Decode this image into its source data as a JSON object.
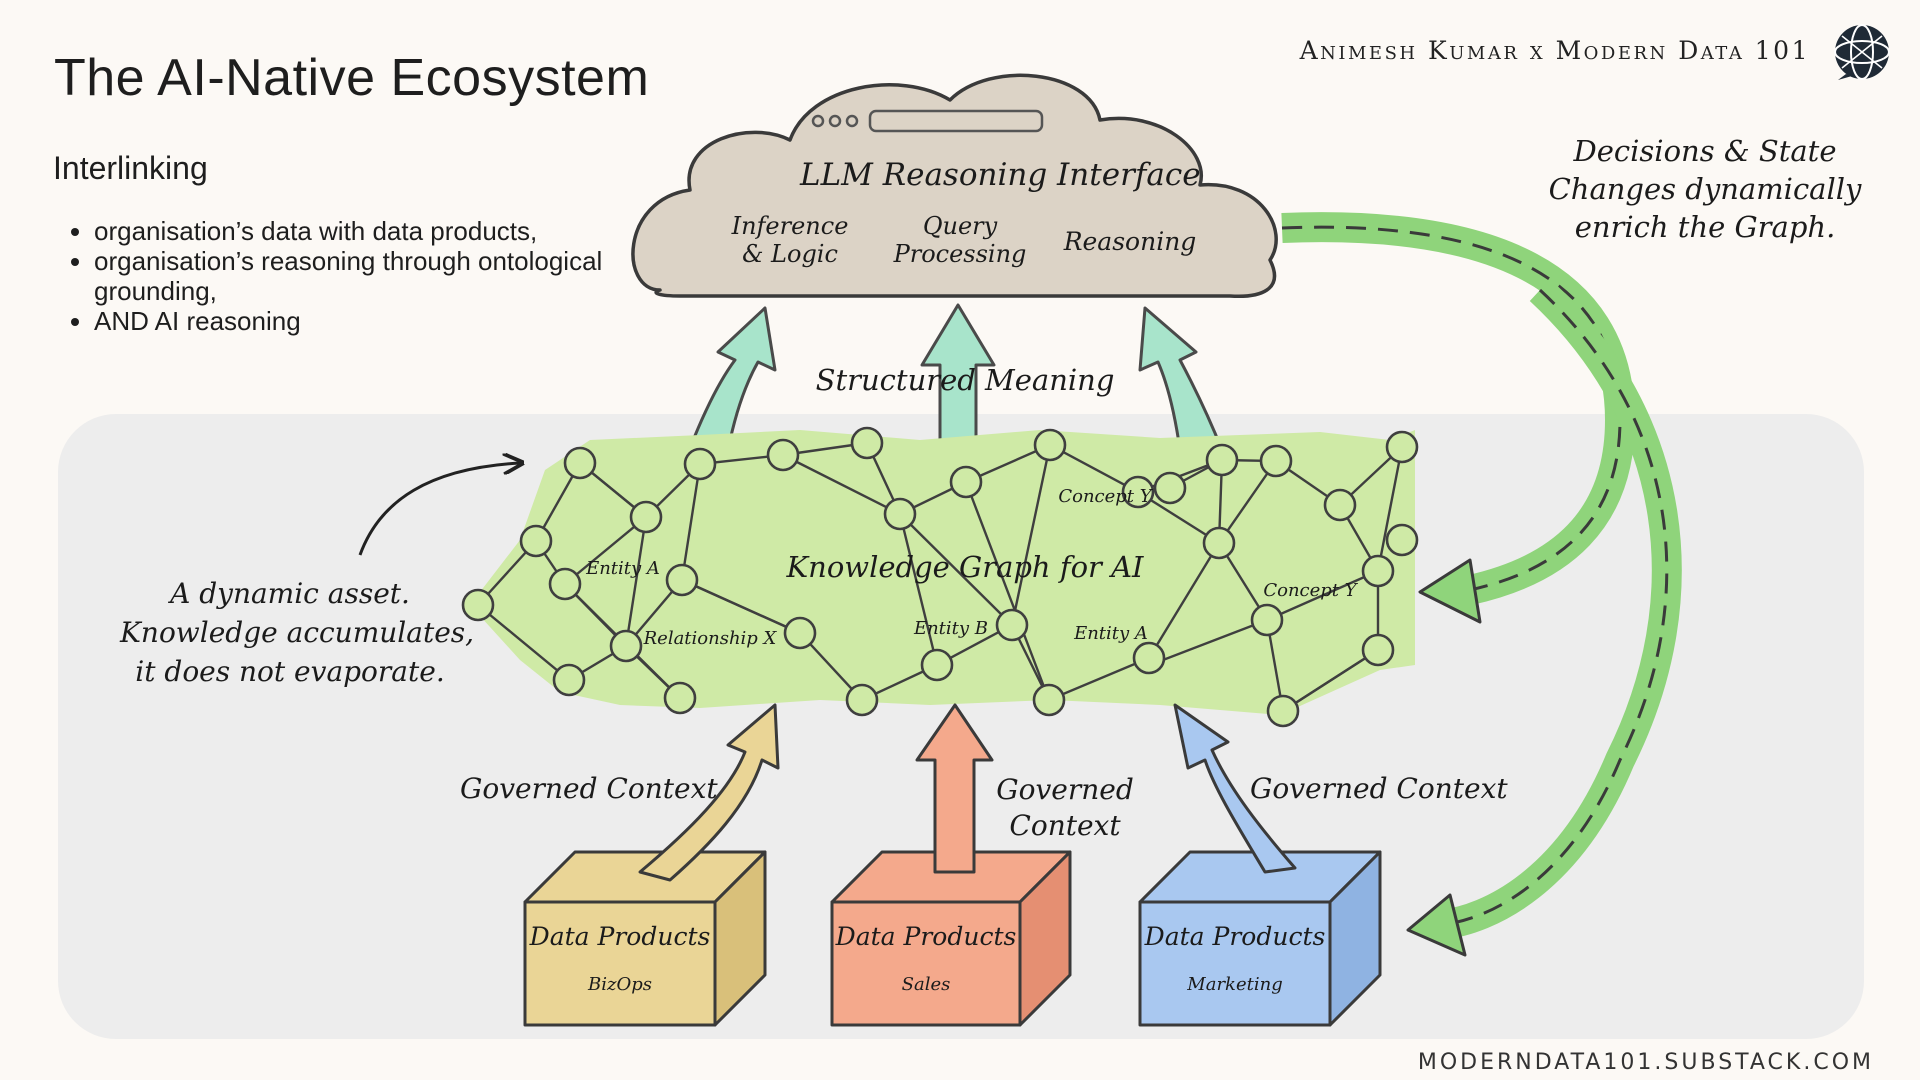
{
  "header": {
    "title": "The AI-Native Ecosystem",
    "credit": "Animesh Kumar x Modern Data 101",
    "footer": "MODERNDATA101.SUBSTACK.COM"
  },
  "intro": {
    "heading": "Interlinking",
    "bullets": [
      "organisation’s data with data products,",
      "organisation’s reasoning through ontological grounding,",
      "AND AI reasoning"
    ]
  },
  "cloud": {
    "title": "LLM Reasoning Interface",
    "items": [
      {
        "line1": "Inference",
        "line2": "& Logic"
      },
      {
        "line1": "Query",
        "line2": "Processing"
      },
      {
        "line1": "Reasoning",
        "line2": ""
      }
    ]
  },
  "arrows": {
    "structured_meaning": "Structured Meaning",
    "governed_left": "Governed Context",
    "governed_mid_line1": "Governed",
    "governed_mid_line2": "Context",
    "governed_right": "Governed Context"
  },
  "graph": {
    "title": "Knowledge Graph for AI",
    "labels": [
      "Entity A",
      "Relationship X",
      "Entity B",
      "Entity A",
      "Concept Y",
      "Concept Y"
    ]
  },
  "feedback": {
    "line1": "Decisions & State",
    "line2": "Changes dynamically",
    "line3": "enrich the Graph."
  },
  "asset_note": {
    "line1": "A dynamic asset.",
    "line2": "Knowledge accumulates,",
    "line3": "it does not evaporate."
  },
  "data_products": [
    {
      "title": "Data Products",
      "domain": "BizOps",
      "color": "#ead596"
    },
    {
      "title": "Data Products",
      "domain": "Sales",
      "color": "#f4a98c"
    },
    {
      "title": "Data Products",
      "domain": "Marketing",
      "color": "#a9c8f0"
    }
  ],
  "colors": {
    "graph_fill": "#cfeaa6",
    "arrow_mint": "#a8e4cb",
    "arrow_feedback": "#8fd47b",
    "cloud_fill": "#dcd3c6"
  }
}
